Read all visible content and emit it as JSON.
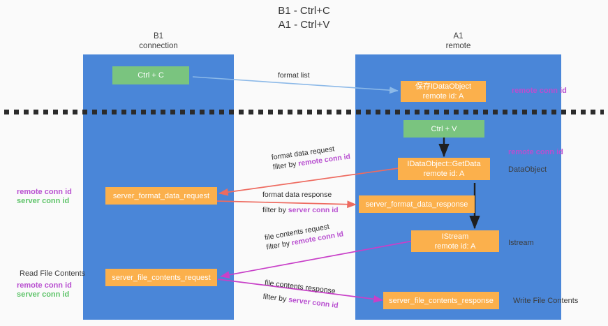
{
  "title": {
    "line1": "B1 - Ctrl+C",
    "line2": "A1 - Ctrl+V"
  },
  "columns": {
    "left": {
      "name": "B1",
      "role": "connection"
    },
    "right": {
      "name": "A1",
      "role": "remote"
    }
  },
  "nodes": {
    "ctrl_c": {
      "label": "Ctrl + C",
      "color": "#7ac47f"
    },
    "ctrl_v": {
      "label": "Ctrl + V",
      "color": "#7ac47f"
    },
    "save_idataobject": {
      "line1": "保存IDataObject",
      "line2": "remote id: A",
      "color": "#fbb04c"
    },
    "idataobject_getdata": {
      "line1": "IDataObject::GetData",
      "line2": "remote id: A",
      "color": "#fbb04c"
    },
    "istream": {
      "line1": "IStream",
      "line2": "remote id: A",
      "color": "#fbb04c"
    },
    "server_format_data_request": {
      "label": "server_format_data_request",
      "color": "#fbb04c"
    },
    "server_format_data_response": {
      "label": "server_format_data_response",
      "color": "#fbb04c"
    },
    "server_file_contents_request": {
      "label": "server_file_contents_request",
      "color": "#fbb04c"
    },
    "server_file_contents_response": {
      "label": "server_file_contents_response",
      "color": "#fbb04c"
    }
  },
  "edges": {
    "format_list": {
      "label": "format list",
      "color": "#8cb9e8"
    },
    "format_data_request": {
      "line1": "format data request",
      "prefix2": "filter by ",
      "highlight2": "remote conn id",
      "color": "#ee6b60"
    },
    "format_data_response": {
      "line1": "format data response",
      "prefix2": "filter by ",
      "highlight2": "server conn id",
      "color": "#ee6b60"
    },
    "file_contents_request": {
      "line1": "file contents request",
      "prefix2": "filter by ",
      "highlight2": "remote conn id",
      "color": "#c840c8"
    },
    "file_contents_response": {
      "line1": "file contents response",
      "prefix2": "filter by ",
      "highlight2": "server conn id",
      "color": "#c840c8"
    }
  },
  "annotations": {
    "right_top_conn": "remote conn id",
    "right_mid_conn": "remote conn id",
    "right_dataobject": "DataObject",
    "right_istream": "Istream",
    "right_write_file": "Write File Contents",
    "left_remote_conn": "remote conn id",
    "left_server_conn": "server conn id",
    "left_read_file": "Read File Contents",
    "left_remote_conn2": "remote conn id",
    "left_server_conn2": "server conn id"
  },
  "colors": {
    "lane": "#4a86d8",
    "purple": "#b84fd0",
    "green": "#5fc46a",
    "red_arrow": "#ee6b60",
    "magenta_arrow": "#c840c8",
    "blue_arrow": "#8cb9e8",
    "divider": "#2b2b2b",
    "background": "#fafafa"
  }
}
